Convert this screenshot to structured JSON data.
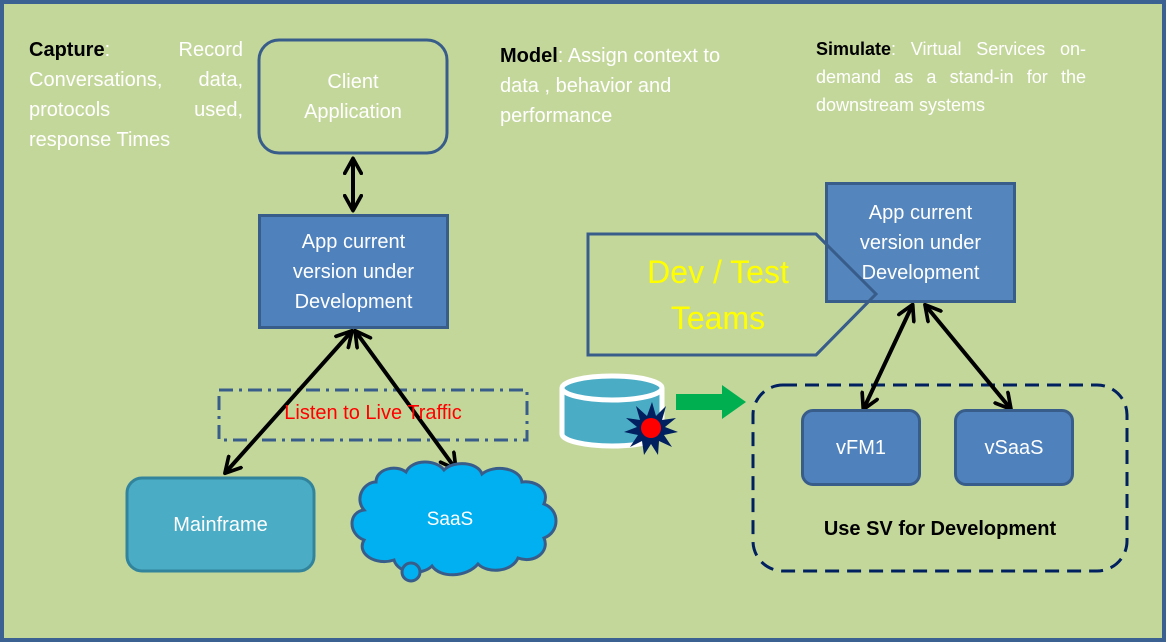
{
  "colors": {
    "frame": "#3b6192",
    "background": "#c4d79b",
    "box_fill": "#4f81bd",
    "box_stroke": "#385d8a",
    "mainframe_fill": "#4bacc6",
    "cloud_fill": "#00b0f0",
    "db_fill": "#4bacc6",
    "arrow_green": "#00b050",
    "starburst": "#002060",
    "dot_red": "#ff0000",
    "label_red": "#ff0000",
    "teams_yellow": "#ffff00",
    "dashed_border": "#002060"
  },
  "captions": {
    "capture": {
      "heading": "Capture",
      "text": ": Record Conversations, data, protocols used, response Times"
    },
    "model": {
      "heading": "Model",
      "text": ": Assign context to data , behavior and performance"
    },
    "simulate": {
      "heading": "Simulate",
      "text": ": Virtual Services on-demand as a stand-in for the downstream systems"
    }
  },
  "left_diagram": {
    "client_app": "Client Application",
    "app_under_dev": "App current version under Development",
    "listen_label": "Listen to Live Traffic",
    "mainframe": "Mainframe",
    "saas": "SaaS"
  },
  "right_diagram": {
    "teams_label": "Dev / Test Teams",
    "app_under_dev": "App current version under Development",
    "vfm1": "vFM1",
    "vsaas": "vSaaS",
    "sv_label": "Use SV for Development"
  },
  "icons": {
    "database": "database-icon",
    "starburst": "starburst-icon",
    "green_arrow": "arrow-right-icon",
    "cloud": "cloud-shape"
  }
}
